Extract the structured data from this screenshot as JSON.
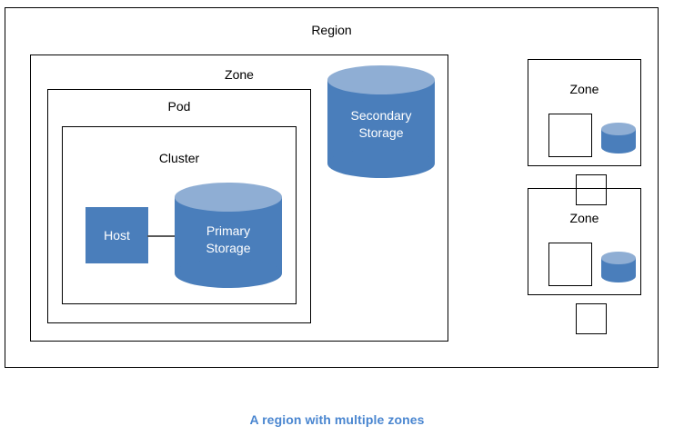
{
  "caption": "A region with multiple zones",
  "caption_color": "#4A86D0",
  "colors": {
    "cylinder_body": "#4A7EBB",
    "cylinder_top": "#8FAED4",
    "host_fill": "#4A7EBB",
    "outline": "#000000",
    "connector": "#595959",
    "text_on_fill": "#FFFFFF",
    "label_text": "#000000"
  },
  "region": {
    "label": "Region",
    "zone_primary": {
      "label": "Zone",
      "pod": {
        "label": "Pod",
        "cluster": {
          "label": "Cluster",
          "host": {
            "label": "Host"
          },
          "primary_storage": {
            "label_line1": "Primary",
            "label_line2": "Storage"
          }
        }
      },
      "secondary_storage": {
        "label_line1": "Secondary",
        "label_line2": "Storage"
      }
    },
    "zones_small": [
      {
        "label": "Zone"
      },
      {
        "label": "Zone"
      }
    ]
  }
}
